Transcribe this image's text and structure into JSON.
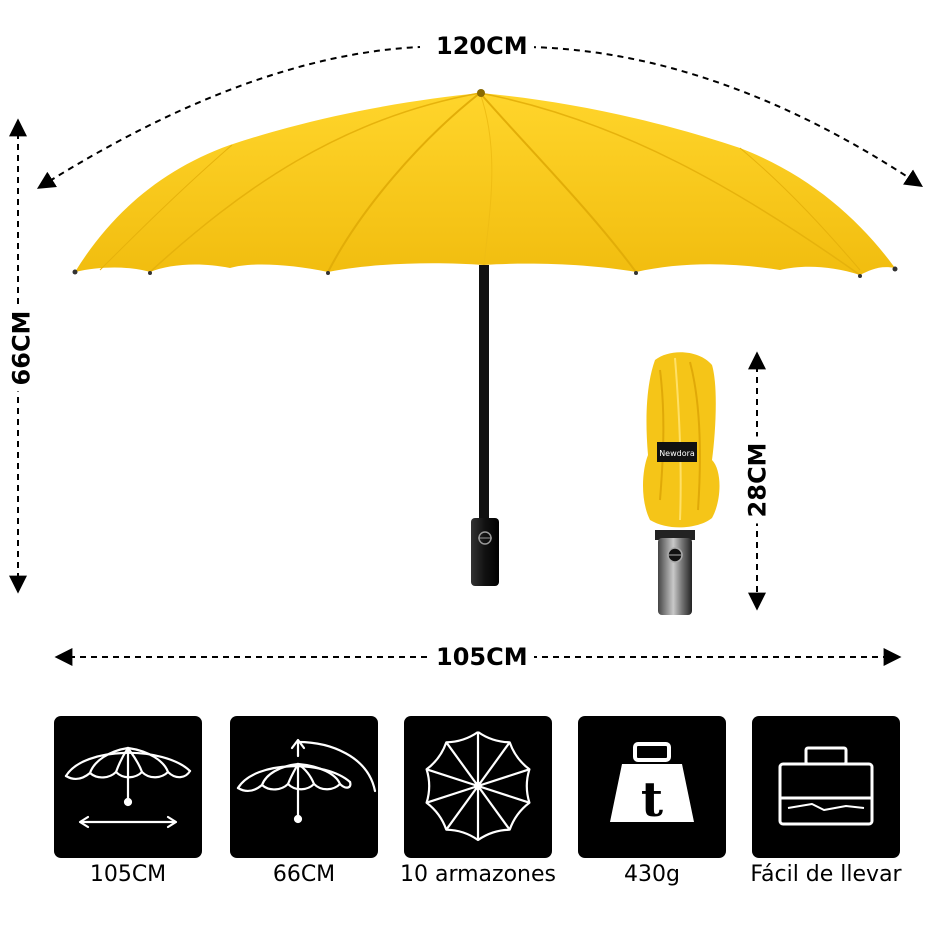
{
  "dimensions": {
    "arc_width": "120CM",
    "open_height": "66CM",
    "folded_length": "28CM",
    "open_width": "105CM"
  },
  "brand": "Newdora",
  "colors": {
    "canopy": "#f5c518",
    "canopy_shade": "#e0ae0a",
    "canopy_highlight": "#ffd93a",
    "tile": "#000000",
    "icon_stroke": "#ffffff"
  },
  "features": [
    {
      "icon": "open-umbrella-width-icon",
      "label": "105CM"
    },
    {
      "icon": "umbrella-height-icon",
      "label": "66CM"
    },
    {
      "icon": "ten-ribs-icon",
      "label": "10 armazones"
    },
    {
      "icon": "weight-icon",
      "label": "430g",
      "icon_letter": "t"
    },
    {
      "icon": "briefcase-icon",
      "label": "Fácil de llevar"
    }
  ]
}
